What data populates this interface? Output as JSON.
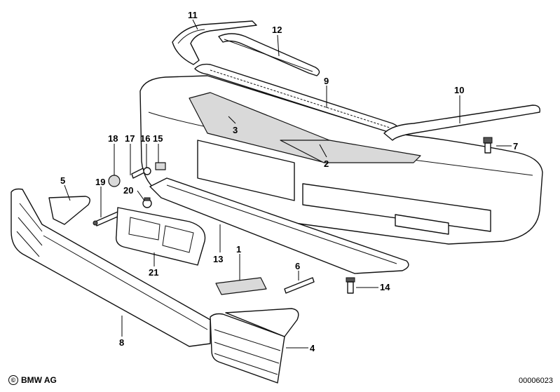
{
  "callouts": [
    {
      "id": "c11",
      "label": "11"
    },
    {
      "id": "c12",
      "label": "12"
    },
    {
      "id": "c9",
      "label": "9"
    },
    {
      "id": "c10",
      "label": "10"
    },
    {
      "id": "c3",
      "label": "3"
    },
    {
      "id": "c2",
      "label": "2"
    },
    {
      "id": "c7",
      "label": "7"
    },
    {
      "id": "c18",
      "label": "18"
    },
    {
      "id": "c17",
      "label": "17"
    },
    {
      "id": "c16",
      "label": "16"
    },
    {
      "id": "c15",
      "label": "15"
    },
    {
      "id": "c5",
      "label": "5"
    },
    {
      "id": "c19",
      "label": "19"
    },
    {
      "id": "c20",
      "label": "20"
    },
    {
      "id": "c13",
      "label": "13"
    },
    {
      "id": "c1",
      "label": "1"
    },
    {
      "id": "c6",
      "label": "6"
    },
    {
      "id": "c14",
      "label": "14"
    },
    {
      "id": "c21",
      "label": "21"
    },
    {
      "id": "c8",
      "label": "8"
    },
    {
      "id": "c4",
      "label": "4"
    }
  ],
  "footer": {
    "copyright_symbol": "©",
    "brand": "BMW AG",
    "image_number": "00006023"
  }
}
